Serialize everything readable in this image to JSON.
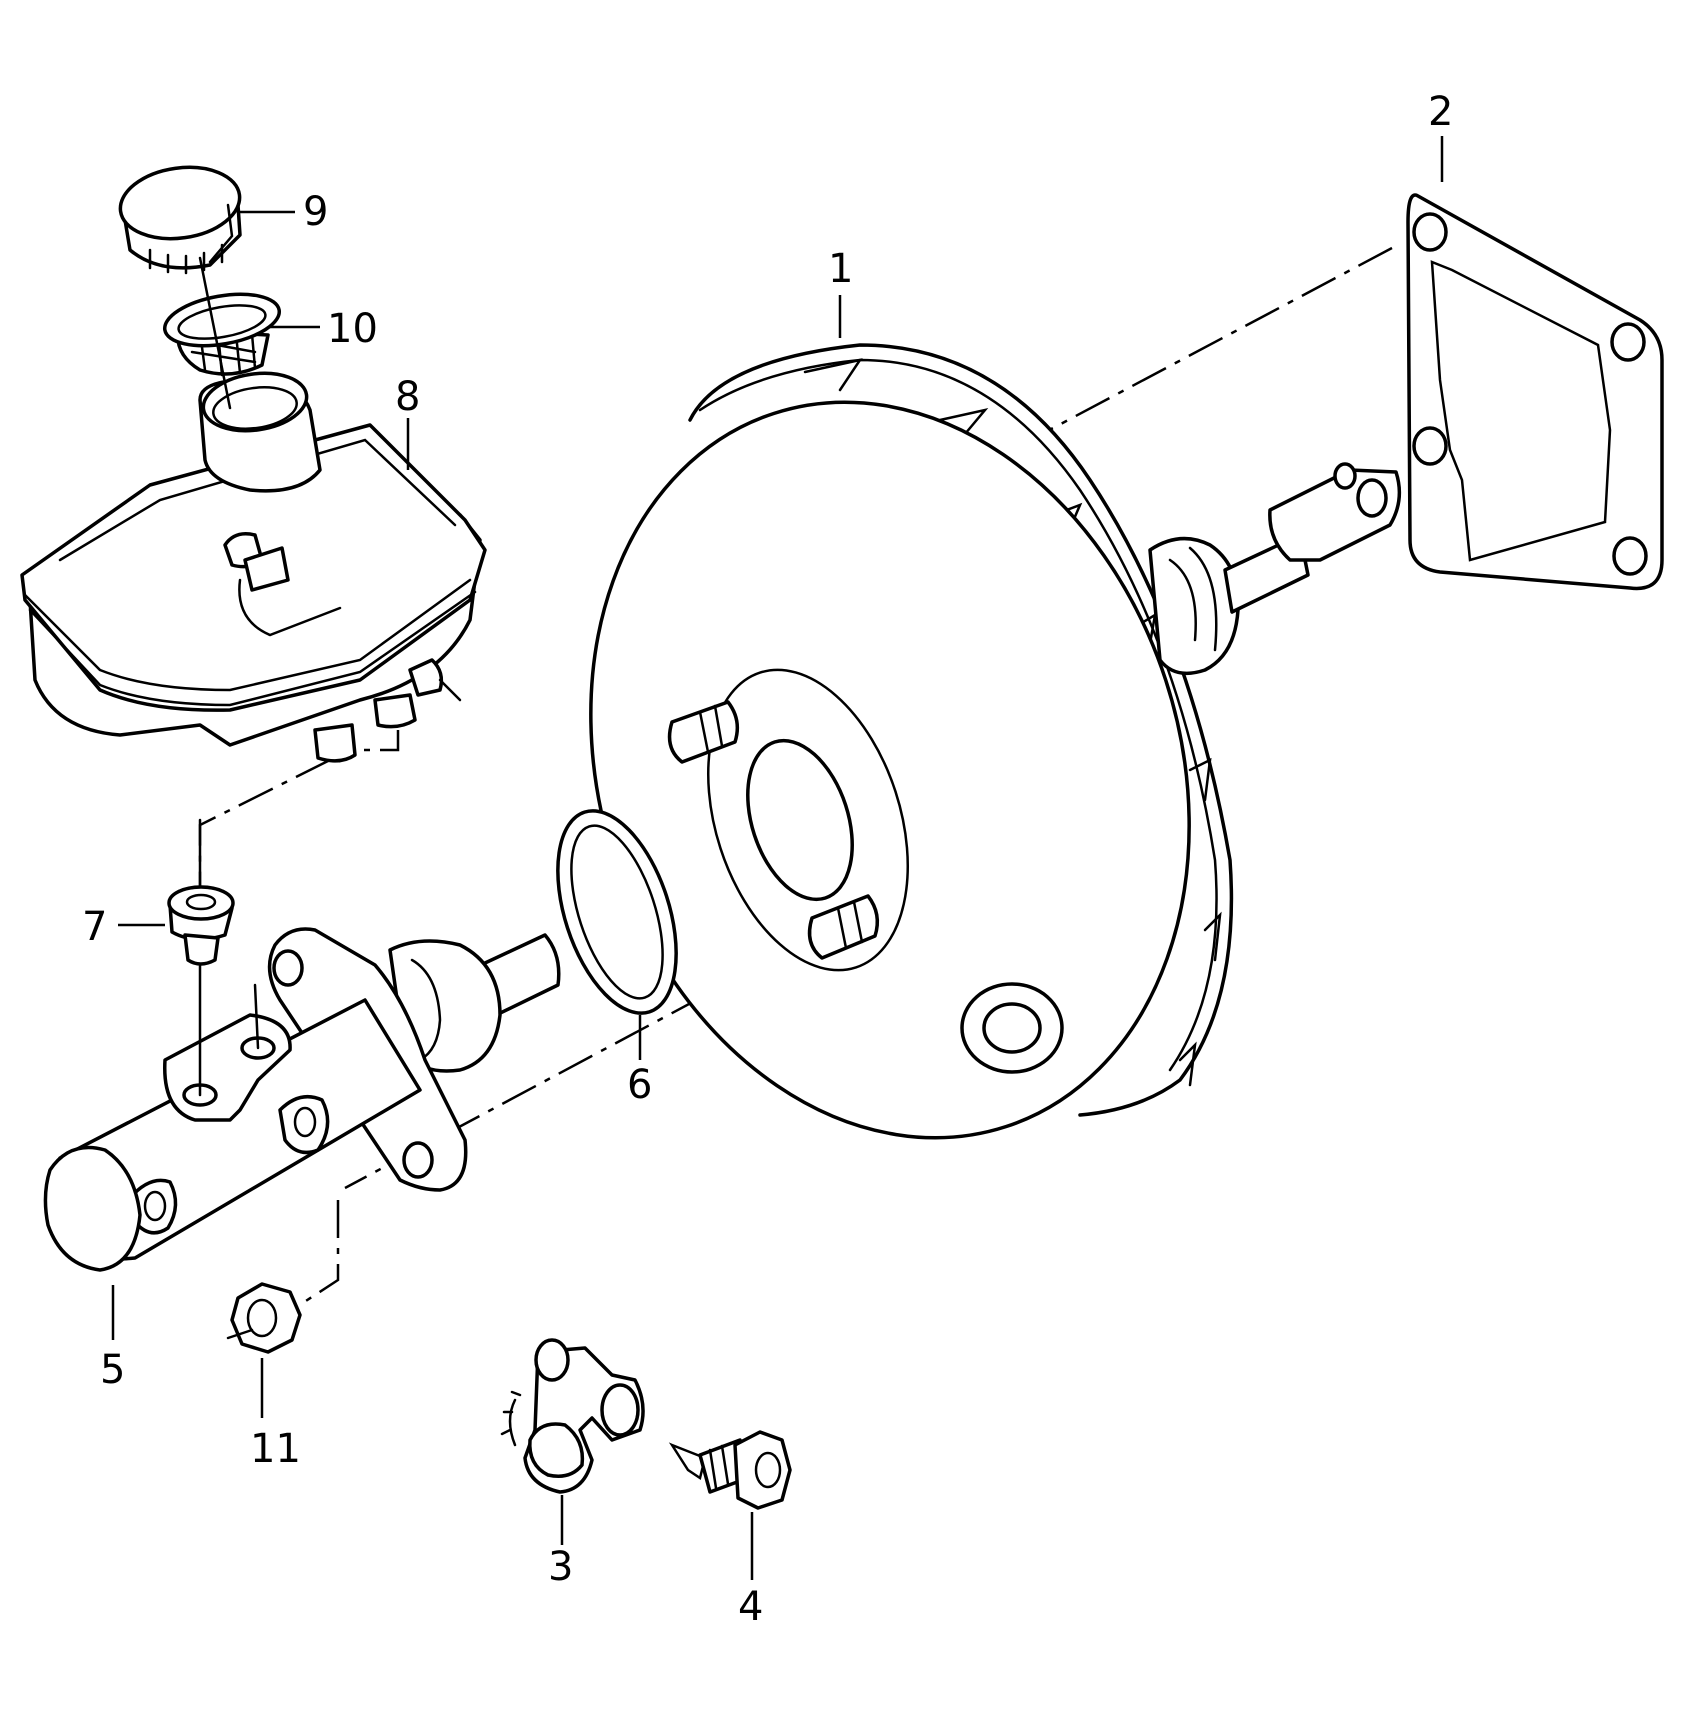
{
  "callouts": [
    {
      "id": "1",
      "part": "brake-booster"
    },
    {
      "id": "2",
      "part": "gasket"
    },
    {
      "id": "3",
      "part": "vacuum-check-valve"
    },
    {
      "id": "4",
      "part": "screw"
    },
    {
      "id": "5",
      "part": "master-cylinder"
    },
    {
      "id": "6",
      "part": "o-ring"
    },
    {
      "id": "7",
      "part": "reservoir-grommet"
    },
    {
      "id": "8",
      "part": "fluid-reservoir"
    },
    {
      "id": "9",
      "part": "reservoir-cap"
    },
    {
      "id": "10",
      "part": "strainer"
    },
    {
      "id": "11",
      "part": "nut"
    }
  ]
}
